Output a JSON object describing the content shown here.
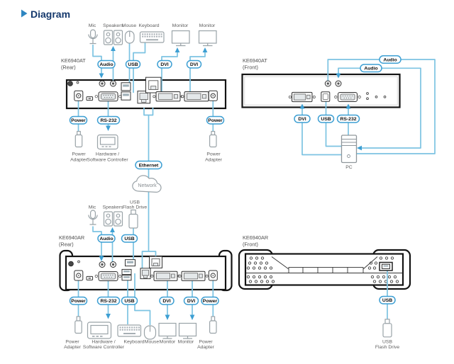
{
  "title": {
    "text": "Diagram"
  },
  "colors": {
    "diagram_line": "#7cc3e2",
    "arrow": "#3d9fd3",
    "pill_border": "#3d9fd3",
    "title_text": "#14386c",
    "title_bullet": "#2e86c1",
    "icon_gray": "#9aa3a8",
    "panel_outline": "#141414"
  },
  "icons": [
    "mic-icon",
    "speakers-icon",
    "mouse-icon",
    "keyboard-icon",
    "monitor-icon",
    "network-cloud-icon",
    "pc-tower-icon",
    "usb-flash-drive-icon",
    "power-adapter-icon",
    "controller-icon"
  ],
  "at_rear": {
    "label1": "KE6940AT",
    "label2": "(Rear)",
    "peripherals": {
      "mic": "Mic",
      "speakers": "Speakers",
      "mouse": "Mouse",
      "keyboard": "Keyboard",
      "monitor1": "Monitor",
      "monitor2": "Monitor"
    },
    "pills": {
      "audio": "Audio",
      "usb": "USB",
      "dvi1": "DVI",
      "dvi2": "DVI",
      "power_left": "Power",
      "rs232": "RS-232",
      "power_right": "Power",
      "ethernet": "Ethernet"
    },
    "labels": {
      "power_adapter_left1": "Power",
      "power_adapter_left2": "Adapter",
      "controller1": "Hardware /",
      "controller2": "Software Controller",
      "power_adapter_right1": "Power",
      "power_adapter_right2": "Adapter"
    }
  },
  "network": {
    "label": "Network"
  },
  "at_front": {
    "label1": "KE6940AT",
    "label2": "(Front)",
    "pills": {
      "audio1": "Audio",
      "audio2": "Audio",
      "dvi": "DVI",
      "usb": "USB",
      "rs232": "RS-232"
    },
    "pc_label": "PC"
  },
  "ar_rear": {
    "label1": "KE6940AR",
    "label2": "(Rear)",
    "peripherals": {
      "mic": "Mic",
      "speakers": "Speakers",
      "flash1": "USB",
      "flash2": "Flash Drive"
    },
    "pills": {
      "audio": "Audio",
      "usb_top": "USB",
      "power_left": "Power",
      "rs232": "RS-232",
      "usb_bottom": "USB",
      "dvi1": "DVI",
      "dvi2": "DVI",
      "power_right": "Power"
    },
    "labels": {
      "power_adapter_left1": "Power",
      "power_adapter_left2": "Adapter",
      "controller1": "Hardware /",
      "controller2": "Software Controller",
      "keyboard": "Keyboard",
      "mouse": "Mouse",
      "monitor1": "Monitor",
      "monitor2": "Monitor",
      "power_adapter_right1": "Power",
      "power_adapter_right2": "Adapter"
    }
  },
  "ar_front": {
    "label1": "KE6940AR",
    "label2": "(Front)",
    "pills": {
      "usb": "USB"
    },
    "labels": {
      "flash1": "USB",
      "flash2": "Flash Drive"
    }
  }
}
